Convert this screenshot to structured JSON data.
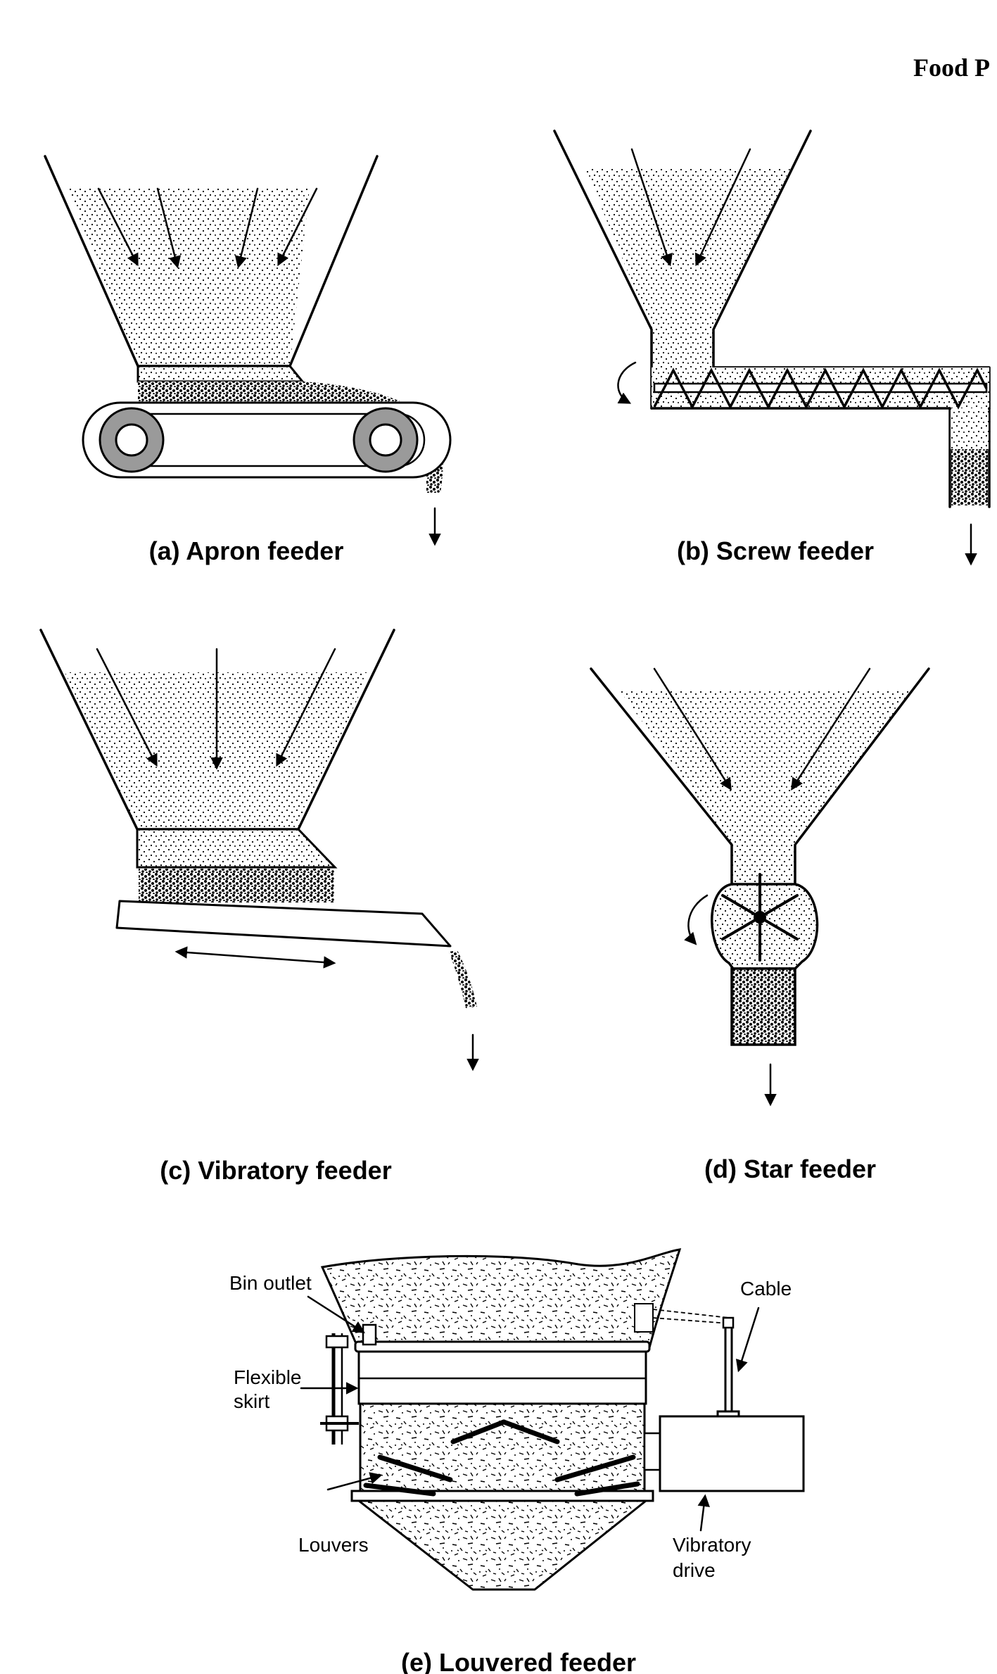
{
  "page": {
    "running_header": "Food P"
  },
  "feeders": [
    {
      "id": "apron",
      "caption": "(a) Apron feeder"
    },
    {
      "id": "screw",
      "caption": "(b) Screw feeder"
    },
    {
      "id": "vibratory",
      "caption": "(c) Vibratory feeder"
    },
    {
      "id": "star",
      "caption": "(d) Star feeder"
    },
    {
      "id": "louvered",
      "caption": "(e) Louvered feeder"
    }
  ],
  "louvered_labels": {
    "bin_outlet": "Bin outlet",
    "cable": "Cable",
    "flexible_skirt_1": "Flexible",
    "flexible_skirt_2": "skirt",
    "louvers": "Louvers",
    "vibratory_drive_1": "Vibratory",
    "vibratory_drive_2": "drive"
  },
  "colors": {
    "ink": "#000000",
    "paper": "#ffffff",
    "roller": "#9a9a9a"
  }
}
